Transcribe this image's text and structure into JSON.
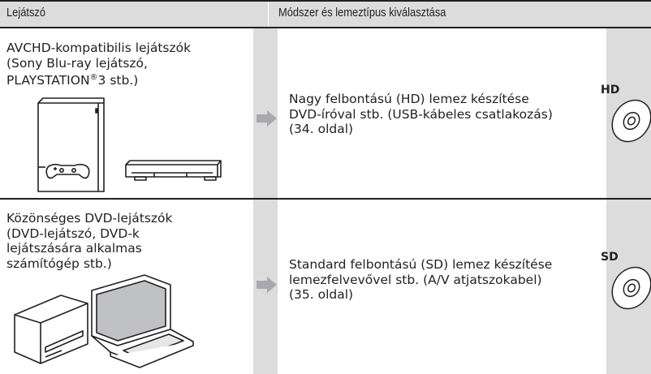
{
  "header": {
    "col_player": "Lejátszó",
    "col_method": "Módszer és lemeztípus kiválasztása"
  },
  "rows": [
    {
      "player_lines": [
        "AVCHD-kompatibilis lejátszók",
        "(Sony Blu-ray lejátszó,",
        "PLAYSTATION",
        "®",
        "3 stb.)"
      ],
      "method_lines": [
        "Nagy felbontású (HD) lemez készítése",
        "DVD-íróval stb. (USB-kábeles csatlakozás)",
        "(34. oldal)"
      ],
      "disc_label": "HD",
      "illustration": "playstation-and-bluray-player"
    },
    {
      "player_lines": [
        "Közönséges DVD-lejátszók",
        "(DVD-lejátszó, DVD-k",
        "lejátszására alkalmas",
        "számítógép stb.)"
      ],
      "method_lines": [
        "Standard felbontású (SD) lemez készítése",
        "lemezfelvevővel stb. (A/V atjatszokabel)",
        "(35. oldal)"
      ],
      "disc_label": "SD",
      "illustration": "dvd-player-and-laptop"
    }
  ],
  "colors": {
    "header_bg": "#dcdcdc",
    "rule": "#231f20",
    "arrow": "#a7a9ac"
  },
  "icons": [
    "arrow-right-icon",
    "disc-icon"
  ]
}
